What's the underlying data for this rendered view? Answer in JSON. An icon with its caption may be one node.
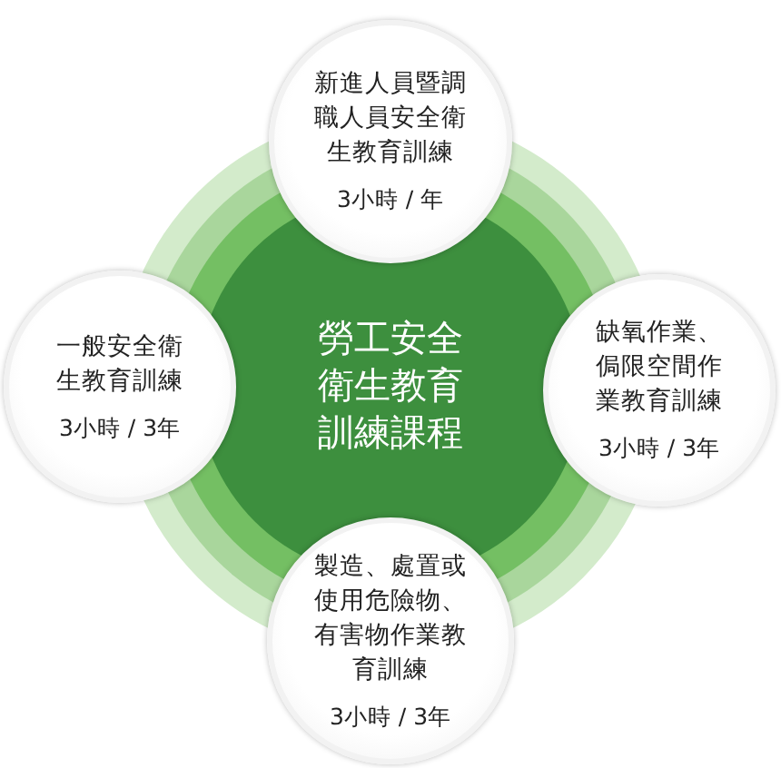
{
  "diagram": {
    "nodes": [
      {
        "text": [
          "勞工安全衛生教育訓練課程"
        ]
      },
      {
        "text": [
          "新進人員暨調職人員安全衛生教育訓練",
          "3小時 / 年"
        ]
      },
      {
        "text": [
          "缺氧作業、侷限空間作業教育訓練",
          "3小時 / 3年"
        ]
      },
      {
        "text": [
          "製造、處置或使用危險物、有害物作業教育訓練",
          "3小時 / 3年"
        ]
      },
      {
        "text": [
          "一般安全衛生教育訓練",
          "3小時 / 3年"
        ]
      }
    ]
  }
}
